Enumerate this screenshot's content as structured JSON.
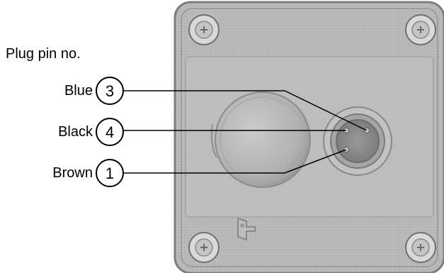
{
  "heading": "Plug pin no.",
  "pins": [
    {
      "color_name": "Blue",
      "number": "3"
    },
    {
      "color_name": "Black",
      "number": "4"
    },
    {
      "color_name": "Brown",
      "number": "1"
    }
  ],
  "colors": {
    "housing": "#b9b9b9",
    "housing_border": "#8c8c8c",
    "screw": "#d6d6d6",
    "line": "#000000"
  },
  "icons": [
    "screw-icon",
    "gland-icon",
    "connector-socket-icon",
    "bracket-icon"
  ]
}
